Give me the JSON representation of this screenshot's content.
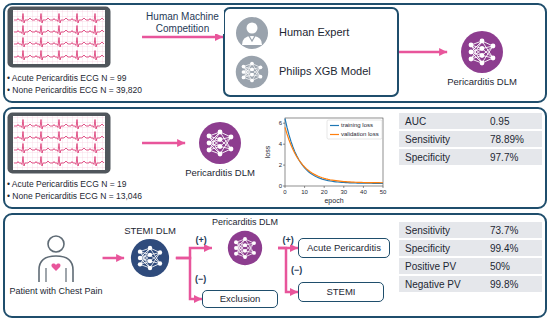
{
  "diagram": {
    "nodes": [
      {
        "text": []
      },
      {
        "text": [
          "• Acute Pericarditis ECG N = 99",
          "• None Pericarditis ECG N = 39,820"
        ],
        "in": 0
      },
      {
        "text": [
          "Human Expert",
          "Philips XGB Model"
        ],
        "in": 0
      },
      {
        "text": [
          "Pericarditis DLM"
        ],
        "in": 0
      },
      {
        "text": []
      },
      {
        "text": [
          "• Acute Pericarditis ECG N = 19",
          "• None Pericarditis ECG N = 13,046"
        ],
        "in": 4
      },
      {
        "text": [
          "Pericarditis DLM"
        ],
        "in": 4
      },
      {
        "text": []
      },
      {
        "text": [
          "Patient with Chest Pain"
        ],
        "in": 7
      },
      {
        "text": [
          "STEMI DLM"
        ],
        "in": 7
      },
      {
        "text": [
          "Pericarditis DLM"
        ],
        "in": 7
      },
      {
        "text": [
          "Exclusion"
        ],
        "in": 7
      },
      {
        "text": [
          "Acute Pericarditis"
        ],
        "in": 7
      },
      {
        "text": [
          "STEMI"
        ],
        "in": 7
      }
    ],
    "edges": [
      {
        "from": 1,
        "to": 2,
        "arrow": "to",
        "label": "Human Machine Competition"
      },
      {
        "from": 2,
        "to": 3,
        "arrow": "to"
      },
      {
        "from": 5,
        "to": 6,
        "arrow": "to"
      },
      {
        "from": 8,
        "to": 9,
        "arrow": "to"
      },
      {
        "from": 9,
        "to": 10,
        "arrow": "to",
        "label": "(+)"
      },
      {
        "from": 9,
        "to": 11,
        "arrow": "to",
        "label": "(−)"
      },
      {
        "from": 10,
        "to": 12,
        "arrow": "to",
        "label": "(+)"
      },
      {
        "from": 10,
        "to": 13,
        "arrow": "to",
        "label": "(−)"
      }
    ],
    "labels": [
      "loss",
      "epoch",
      "0",
      "2",
      "4",
      "6",
      "0",
      "10",
      "20",
      "30",
      "40",
      "50",
      "AUC",
      "0.95",
      "Sensitivity",
      "78.89%",
      "Specificity",
      "97.7%",
      "Sensitivity",
      "73.7%",
      "Specificity",
      "99.4%",
      "Positive PV",
      "50%",
      "Negative PV",
      "99.8%"
    ],
    "legend": [
      {
        "text": "training loss"
      },
      {
        "text": "validation loss"
      }
    ]
  }
}
